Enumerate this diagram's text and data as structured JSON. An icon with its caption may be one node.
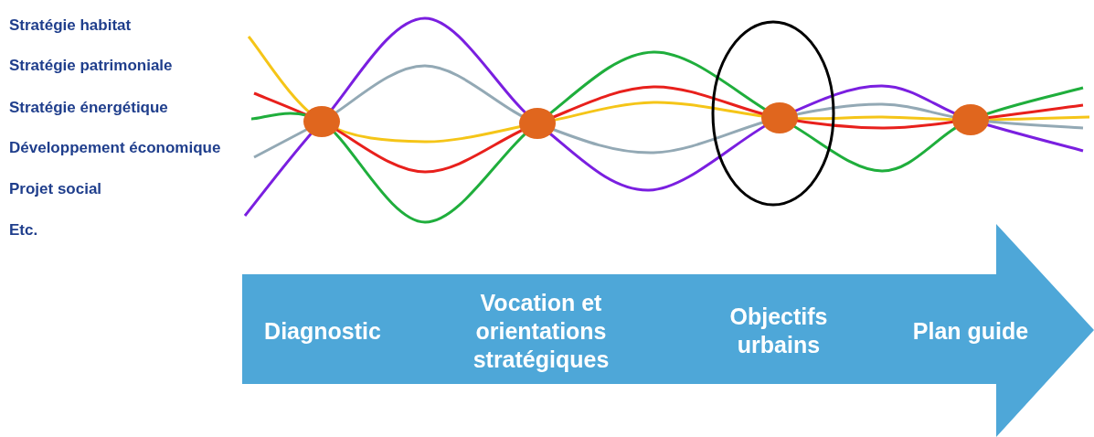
{
  "diagram": {
    "nodes": [
      {
        "text": [
          "Diagnostic",
          "Vocation et orientations stratégiques",
          "Objectifs urbains",
          "Plan guide"
        ]
      }
    ],
    "labels": [
      "Stratégie habitat",
      "Stratégie patrimoniale",
      "Stratégie énergétique",
      "Développement économique",
      "Projet social",
      "Etc."
    ]
  }
}
